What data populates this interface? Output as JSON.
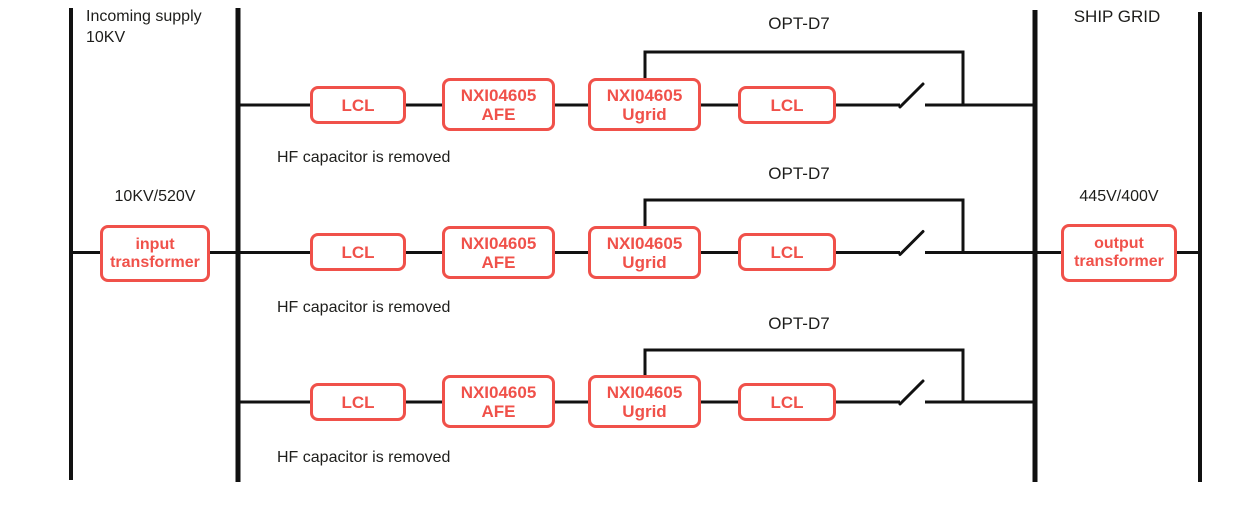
{
  "diagram": {
    "left_rail": {
      "title_line1": "Incoming supply",
      "title_line2": "10KV",
      "transformer_ratio": "10KV/520V",
      "transformer_line1": "input",
      "transformer_line2": "transformer"
    },
    "right_rail": {
      "grid_label": "SHIP GRID",
      "transformer_ratio": "445V/400V",
      "transformer_line1": "output",
      "transformer_line2": "transformer"
    },
    "branches": [
      {
        "opt_label": "OPT-D7",
        "lcl_in_label": "LCL",
        "afe_line1": "NXI04605",
        "afe_line2": "AFE",
        "ugrid_line1": "NXI04605",
        "ugrid_line2": "Ugrid",
        "lcl_out_label": "LCL",
        "note": "HF capacitor is removed"
      },
      {
        "opt_label": "OPT-D7",
        "lcl_in_label": "LCL",
        "afe_line1": "NXI04605",
        "afe_line2": "AFE",
        "ugrid_line1": "NXI04605",
        "ugrid_line2": "Ugrid",
        "lcl_out_label": "LCL",
        "note": "HF capacitor is removed"
      },
      {
        "opt_label": "OPT-D7",
        "lcl_in_label": "LCL",
        "afe_line1": "NXI04605",
        "afe_line2": "AFE",
        "ugrid_line1": "NXI04605",
        "ugrid_line2": "Ugrid",
        "lcl_out_label": "LCL",
        "note": "HF capacitor is removed"
      }
    ],
    "colors": {
      "box_red": "#f0514a",
      "line_black": "#111111",
      "text_black": "#1d1d1b"
    }
  }
}
